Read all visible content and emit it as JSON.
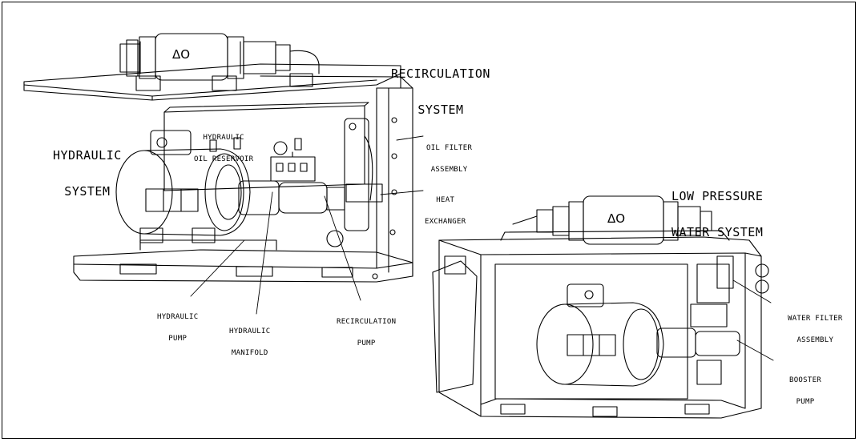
{
  "machine_marks": {
    "top_cylinder_mark": "ΔO",
    "right_cylinder_mark": "ΔO"
  },
  "callouts": {
    "recirculation_system": [
      "RECIRCULATION",
      "SYSTEM"
    ],
    "hydraulic_system": [
      "HYDRAULIC",
      "SYSTEM"
    ],
    "hydraulic_oil_reservoir": [
      "HYDRAULIC",
      "OIL RESERVOIR"
    ],
    "oil_filter_assembly": [
      "OIL FILTER",
      "ASSEMBLY"
    ],
    "heat_exchanger": [
      "HEAT",
      "EXCHANGER"
    ],
    "hydraulic_pump": [
      "HYDRAULIC",
      "PUMP"
    ],
    "hydraulic_manifold": [
      "HYDRAULIC",
      "MANIFOLD"
    ],
    "recirculation_pump": [
      "RECIRCULATION",
      "PUMP"
    ],
    "low_pressure_water_system": [
      "LOW PRESSURE",
      "WATER SYSTEM"
    ],
    "water_filter_assembly": [
      "WATER FILTER",
      "ASSEMBLY"
    ],
    "booster_pump": [
      "BOOSTER",
      "PUMP"
    ]
  },
  "colors": {
    "line": "#000000",
    "background": "#ffffff"
  }
}
